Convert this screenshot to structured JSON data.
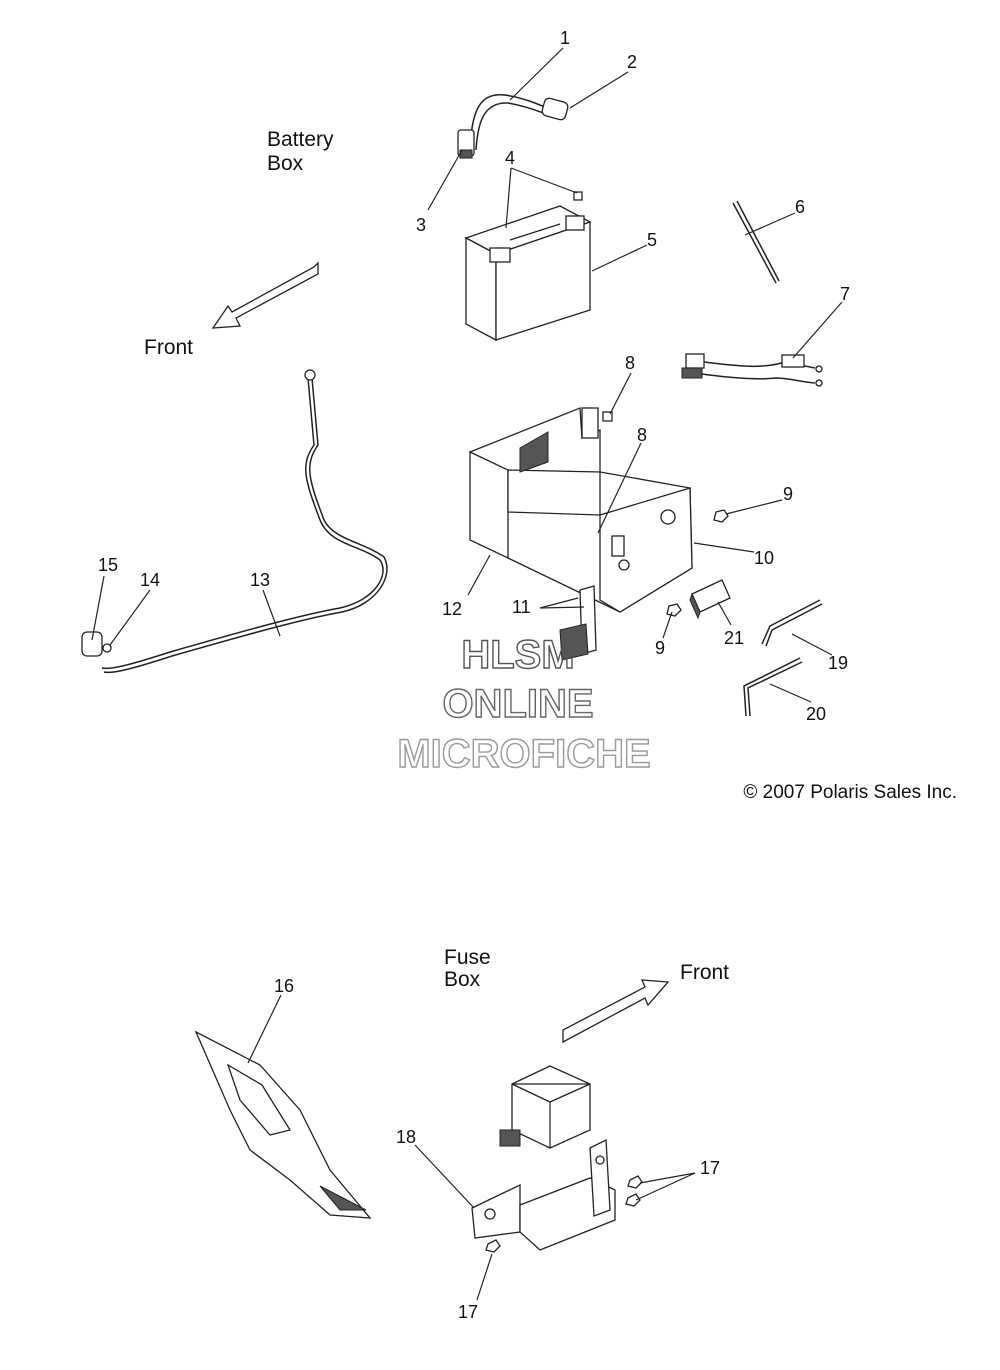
{
  "sections": {
    "battery_title_line1": "Battery",
    "battery_title_line2": "Box",
    "fuse_title_line1": "Fuse",
    "fuse_title_line2": "Box"
  },
  "directions": {
    "front_top": "Front",
    "front_bottom": "Front"
  },
  "callouts": [
    "1",
    "2",
    "3",
    "4",
    "5",
    "6",
    "7",
    "8",
    "8",
    "9",
    "9",
    "10",
    "11",
    "12",
    "13",
    "14",
    "15",
    "21",
    "19",
    "20",
    "16",
    "18",
    "17",
    "17"
  ],
  "watermark": {
    "line1": "HLSM",
    "line2": "ONLINE",
    "line3": "MICROFICHE"
  },
  "copyright": "© 2007 Polaris Sales Inc."
}
